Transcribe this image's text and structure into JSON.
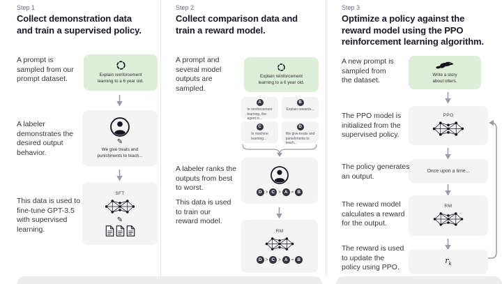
{
  "colors": {
    "green_bg": "#ddefd8",
    "card_bg": "#f4f4f5",
    "ink": "#191927",
    "muted": "#6e6e80",
    "body": "#35373b",
    "arrow": "#9b9ba5",
    "divider": "#e7e7ea",
    "chip": "#33343d"
  },
  "icons": {
    "pencil": "✎"
  },
  "steps": {
    "step1": {
      "label": "Step 1",
      "title": "Collect demonstration data\nand train a supervised policy.",
      "row1_text": "A prompt is\nsampled from our\nprompt dataset.",
      "prompt_caption": "Explain reinforcement\nlearning to a 6 year old.",
      "row2_text": "A labeler\ndemonstrates the\ndesired output\nbehavior.",
      "labeler_caption": "We give treats and\npunishments to teach...",
      "row3_text": "This data is used to\nfine-tune GPT-3.5\nwith supervised\nlearning.",
      "model_label": "SFT"
    },
    "step2": {
      "label": "Step 2",
      "title": "Collect comparison data and\ntrain a reward model.",
      "row1_text": "A prompt and\nseveral model\noutputs are\nsampled.",
      "prompt_caption": "Explain reinforcement\nlearning to a 6 year old.",
      "outputs": [
        {
          "letter": "A",
          "text": "In reinforcement\nlearning, the\nagent is..."
        },
        {
          "letter": "B",
          "text": "Explain rewards..."
        },
        {
          "letter": "C",
          "text": "In machine\nlearning..."
        },
        {
          "letter": "D",
          "text": "We give treats and\npunishments to\nteach..."
        }
      ],
      "row2_text": "A labeler ranks the\noutputs from best\nto worst.",
      "ranking": {
        "letters": [
          "D",
          "C",
          "A",
          "B"
        ],
        "separators": [
          ">",
          ">",
          "="
        ]
      },
      "row3_text": "This data is used\nto train our\nreward model.",
      "model_label": "RM"
    },
    "step3": {
      "label": "Step 3",
      "title": "Optimize a policy against the\nreward model using the PPO\nreinforcement learning algorithm.",
      "row1_text": "A new prompt is\nsampled from\nthe dataset.",
      "prompt_caption": "Write a story\nabout otters.",
      "row2_text": "The PPO model is\ninitialized from the\nsupervised policy.",
      "ppo_label": "PPO",
      "row3_text": "The policy generates\nan output.",
      "output_caption": "Once upon a time...",
      "row4_text": "The reward model\ncalculates a reward\nfor the output.",
      "rm_label": "RM",
      "row5_text": "The reward is used\nto update the\npolicy using PPO.",
      "reward_symbol": "r",
      "reward_symbol_sub": "k"
    }
  }
}
